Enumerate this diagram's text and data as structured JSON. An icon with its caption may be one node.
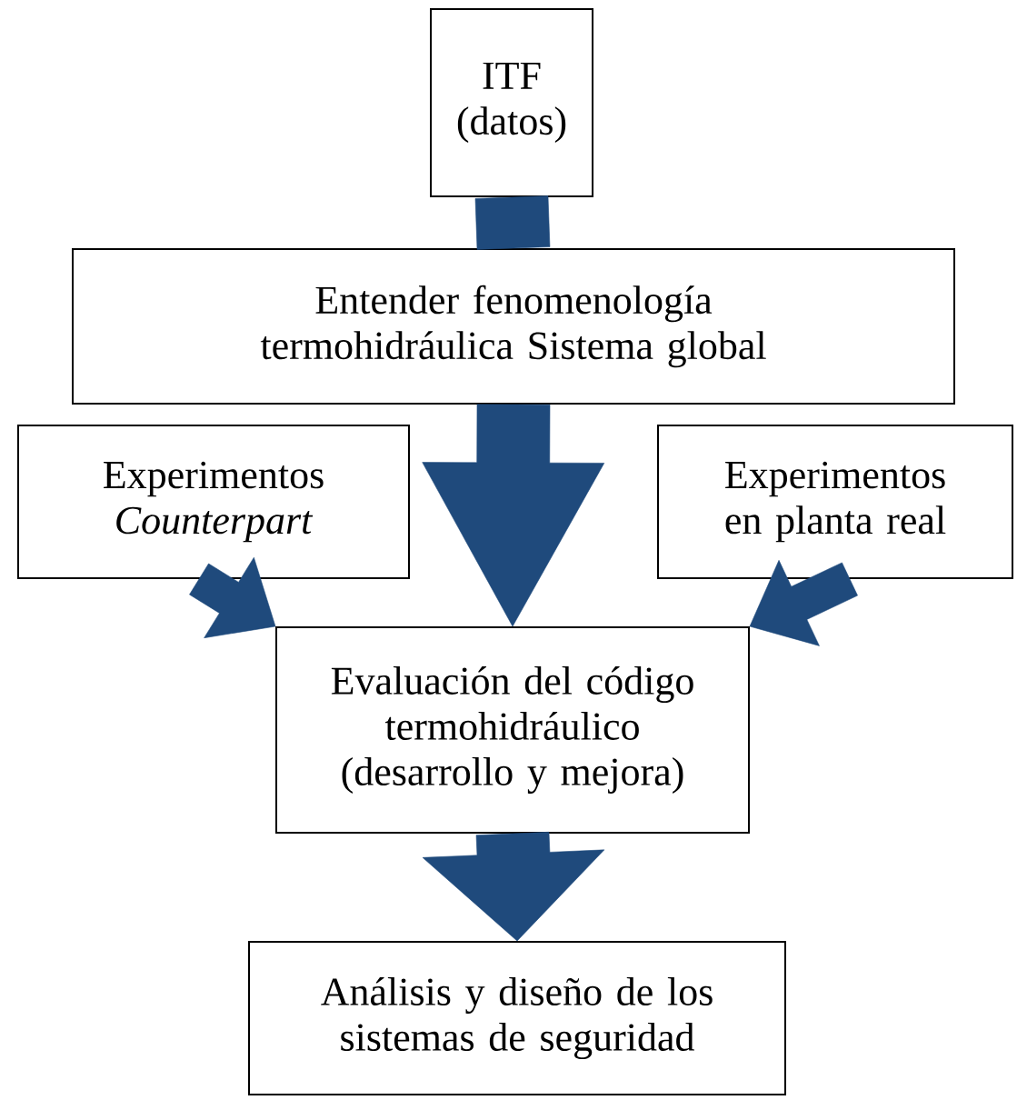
{
  "diagram": {
    "nodes": [
      {
        "text": [
          "ITF (datos)"
        ]
      },
      {
        "text": [
          "Entender fenomenología termohidráulica Sistema global"
        ]
      },
      {
        "text": [
          "Experimentos *Counterpart*"
        ]
      },
      {
        "text": [
          "Experimentos en planta real"
        ]
      },
      {
        "text": [
          "Evaluación del código termohidráulico (desarrollo y mejora)"
        ]
      },
      {
        "text": [
          "Análisis y diseño de los sistemas de seguridad"
        ]
      }
    ],
    "edges": [
      {
        "from": 0,
        "to": 1,
        "arrow": "none"
      },
      {
        "from": 1,
        "to": 4,
        "arrow": "to"
      },
      {
        "from": 2,
        "to": 4,
        "arrow": "to"
      },
      {
        "from": 3,
        "to": 4,
        "arrow": "to"
      },
      {
        "from": 4,
        "to": 5,
        "arrow": "to"
      }
    ]
  }
}
